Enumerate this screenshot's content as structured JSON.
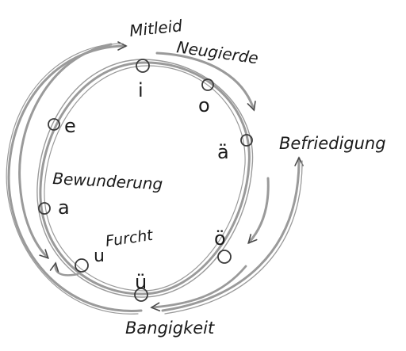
{
  "labels": {
    "mitleid": "Mitleid",
    "neugierde": "Neugierde",
    "befriedigung": "Befriedigung",
    "bewunderung": "Bewunderung",
    "furcht": "Furcht",
    "bangigkeit": "Bangigkeit"
  },
  "vowels": {
    "i": "i",
    "o": "o",
    "ae": "ä",
    "e": "e",
    "a": "a",
    "oe": "ö",
    "u": "u",
    "ue": "ü"
  },
  "colors": {
    "pencil": "#9a9a9a",
    "ink": "#1a1a1a"
  }
}
